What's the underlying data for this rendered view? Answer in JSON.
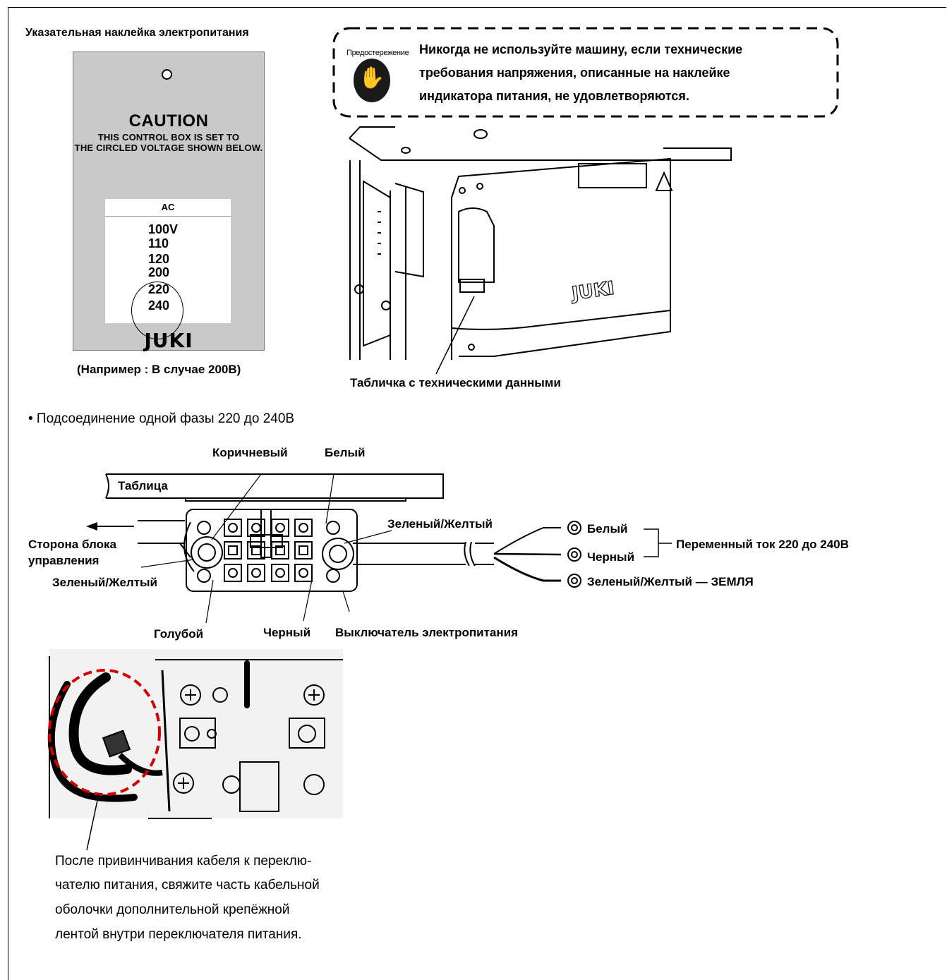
{
  "label_sticker": {
    "title": "Указательная наклейка электропитания",
    "caution": "CAUTION",
    "line1": "THIS CONTROL BOX IS SET TO",
    "line2": "THE CIRCLED VOLTAGE SHOWN BELOW.",
    "ac": "AC",
    "voltages": [
      "100V",
      "110",
      "120",
      "200",
      "220",
      "240"
    ],
    "logo": "JUKI",
    "example": "(Например : В случае 200В)"
  },
  "warning": {
    "icon_label": "Предостережение",
    "line1": "Никогда не используйте машину, если технические",
    "line2": "требования напряжения, описанные на наклейке",
    "line3": "индикатора питания, не удовлетворяются."
  },
  "machine": {
    "logo": "JUKI",
    "nameplate_label": "Табличка с техническими данными"
  },
  "wiring": {
    "heading": "• Подсоединение одной фазы 220 до 240В",
    "brown": "Коричневый",
    "white_top": "Белый",
    "table": "Таблица",
    "green_yellow_right": "Зеленый/Желтый",
    "control_side_1": "Сторона блока",
    "control_side_2": "управления",
    "green_yellow_left": "Зеленый/Желтый",
    "blue": "Голубой",
    "black_bottom": "Черный",
    "power_switch": "Выключатель электропитания",
    "wire_white": "Белый",
    "wire_black": "Черный",
    "wire_ground": "Зеленый/Желтый — ЗЕМЛЯ",
    "ac_range": "Переменный ток 220 до 240В"
  },
  "note": {
    "line1": "После привинчивания кабеля к переклю-",
    "line2": "чателю питания, свяжите часть кабельной",
    "line3": "оболочки дополнительной крепёжной",
    "line4": "лентой внутри переключателя питания."
  }
}
